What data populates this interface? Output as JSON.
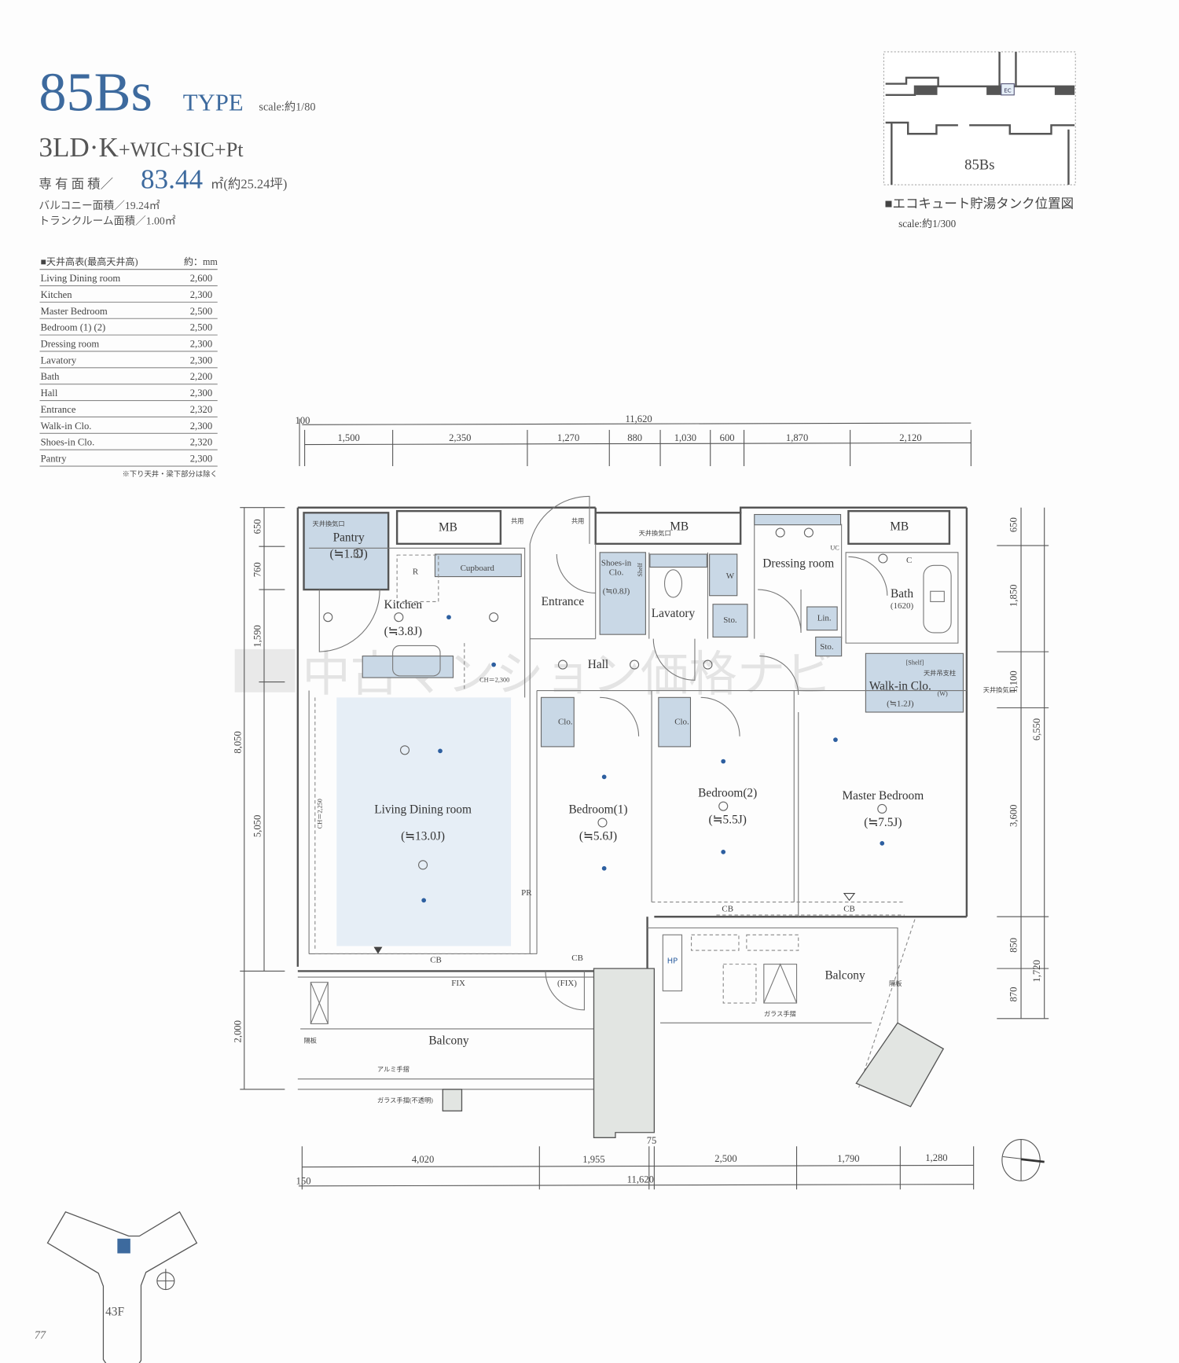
{
  "header": {
    "type_code": "85Bs",
    "type_word": "TYPE",
    "scale": "scale:約1/80",
    "layout_main": "3LD·K",
    "layout_suffix": "+WIC+SIC+Pt",
    "area_label": "専 有 面 積／",
    "area_value": "83.44",
    "area_unit": "㎡(約25.24坪)",
    "balcony_area": "バルコニー面積／19.24㎡",
    "trunk_area": "トランクルーム面積／1.00㎡"
  },
  "ceiling_table": {
    "title": "■天井高表(最高天井高)",
    "unit": "約：mm",
    "rows": [
      {
        "room": "Living Dining room",
        "value": "2,600"
      },
      {
        "room": "Kitchen",
        "value": "2,300"
      },
      {
        "room": "Master Bedroom",
        "value": "2,500"
      },
      {
        "room": "Bedroom (1) (2)",
        "value": "2,500"
      },
      {
        "room": "Dressing room",
        "value": "2,300"
      },
      {
        "room": "Lavatory",
        "value": "2,300"
      },
      {
        "room": "Bath",
        "value": "2,200"
      },
      {
        "room": "Hall",
        "value": "2,300"
      },
      {
        "room": "Entrance",
        "value": "2,320"
      },
      {
        "room": "Walk-in Clo.",
        "value": "2,300"
      },
      {
        "room": "Shoes-in Clo.",
        "value": "2,320"
      },
      {
        "room": "Pantry",
        "value": "2,300"
      }
    ],
    "note": "※下り天井・梁下部分は除く"
  },
  "key_plan": {
    "unit_label": "85Bs",
    "ec_label": "EC",
    "caption": "■エコキュート貯湯タンク位置図",
    "scale": "scale:約1/300"
  },
  "dimensions": {
    "top_total_offset": "100",
    "top_total": "11,620",
    "top": [
      "1,500",
      "2,350",
      "1,270",
      "880",
      "1,030",
      "600",
      "1,870",
      "2,120"
    ],
    "bottom": [
      "4,020",
      "1,955",
      "75",
      "2,500",
      "1,790",
      "1,280"
    ],
    "bottom_total_offset": "150",
    "bottom_total": "11,620",
    "left_outer": [
      "8,050",
      "2,000"
    ],
    "left_inner": [
      "650",
      "760",
      "1,590",
      "5,050"
    ],
    "right_inner": [
      "650",
      "1,850",
      "1,100",
      "3,600",
      "850",
      "870"
    ],
    "right_outer": [
      "6,550",
      "1,720"
    ]
  },
  "rooms": {
    "pantry": "Pantry",
    "pantry_size": "(≒1.3J)",
    "mb": "MB",
    "kitchen": "Kitchen",
    "kitchen_size": "(≒3.8J)",
    "cupboard": "Cupboard",
    "r": "R",
    "entrance": "Entrance",
    "shoes1": "Shoes-in",
    "shoes2": "Clo.",
    "shoes_size": "(≒0.8J)",
    "shelf": "Shelf",
    "lavatory": "Lavatory",
    "w": "W",
    "sto": "Sto.",
    "lin": "Lin.",
    "dressing": "Dressing room",
    "uc": "UC",
    "c": "C",
    "bath": "Bath",
    "bath_size": "(1620)",
    "wic_shelf": "[Shelf]",
    "wic": "Walk-in Clo.",
    "wic_size": "(≒1.2J)",
    "wic_w": "(W)",
    "hall": "Hall",
    "ch": "CH＝2,300",
    "ch_ld": "CH＝2,250",
    "ld": "Living Dining room",
    "ld_size": "(≒13.0J)",
    "clo": "Clo.",
    "bed1": "Bedroom(1)",
    "bed1_size": "(≒5.6J)",
    "bed2": "Bedroom(2)",
    "bed2_size": "(≒5.5J)",
    "master": "Master Bedroom",
    "master_size": "(≒7.5J)",
    "cb": "CB",
    "fix": "FIX",
    "fix2": "(FIX)",
    "pr": "PR",
    "balcony": "Balcony",
    "hp": "HP"
  },
  "annotations": {
    "vent": "天井換気口",
    "shared": "共用",
    "alu_rail": "アルミ手摺",
    "glass_rail_opaque": "ガラス手摺(不透明)",
    "glass_rail": "ガラス手摺",
    "partition": "隔板",
    "wic_post": "天井吊支柱"
  },
  "site": {
    "floor": "43F",
    "page_number": "77"
  },
  "watermark": "中古マンション価格ナビ",
  "colors": {
    "accent": "#3d6a9e",
    "room_fill": "#c9d8e6"
  }
}
